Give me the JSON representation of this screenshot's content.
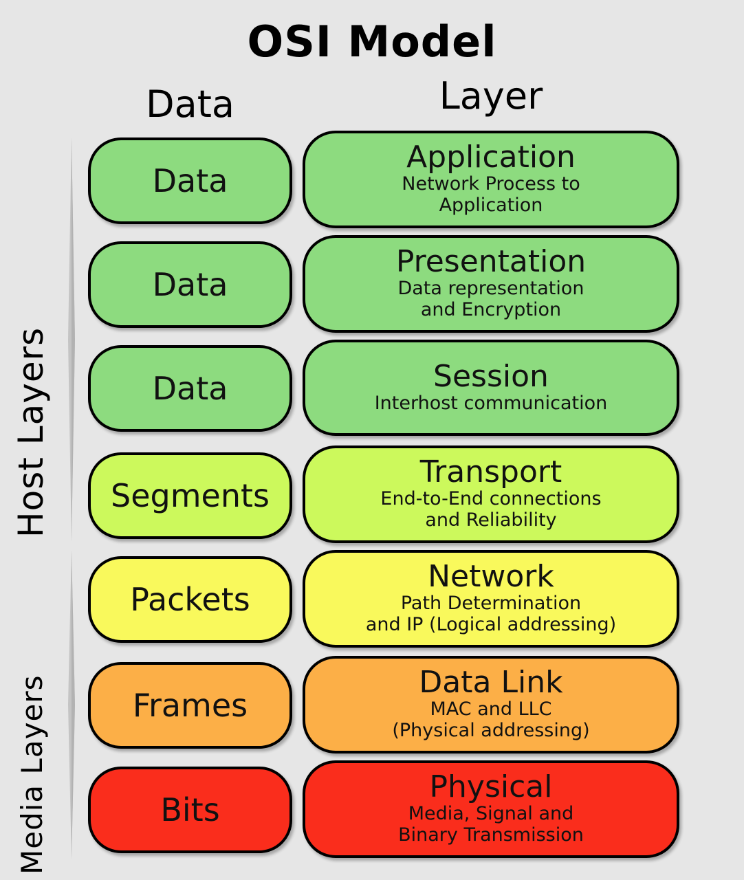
{
  "title": "OSI  Model",
  "columns": {
    "data_header": "Data",
    "layer_header": "Layer"
  },
  "groups": [
    {
      "label": "Host Layers",
      "icon": "taper-spike-marker"
    },
    {
      "label": "Media Layers",
      "icon": "taper-spike-marker"
    }
  ],
  "colors": {
    "background": "#e6e6e6",
    "green_dark": "#8ddb7f",
    "green_light": "#90e07e",
    "yellow_green": "#ccf95c",
    "yellow": "#f9f95c",
    "orange": "#fcaf47",
    "red": "#fa2d1c",
    "border": "#000000",
    "text": "#111111"
  },
  "chart_data": {
    "type": "table",
    "title": "OSI  Model",
    "columns": [
      "Data",
      "Layer"
    ],
    "rows": [
      {
        "data_unit": "Data",
        "layer_name": "Application",
        "layer_desc": "Network Process to\nApplication",
        "desc_line1": "Network Process to",
        "desc_line2": "Application",
        "group": "Host Layers",
        "color": "#8ddb7f"
      },
      {
        "data_unit": "Data",
        "layer_name": "Presentation",
        "layer_desc": "Data representation\nand Encryption",
        "desc_line1": "Data representation",
        "desc_line2": "and Encryption",
        "group": "Host Layers",
        "color": "#8ddb7f"
      },
      {
        "data_unit": "Data",
        "layer_name": "Session",
        "layer_desc": "Interhost communication",
        "desc_line1": "Interhost communication",
        "desc_line2": "",
        "group": "Host Layers",
        "color": "#8ddb7f"
      },
      {
        "data_unit": "Segments",
        "layer_name": "Transport",
        "layer_desc": "End-to-End connections\nand Reliability",
        "desc_line1": "End-to-End connections",
        "desc_line2": "and Reliability",
        "group": "Host Layers",
        "color": "#ccf95c"
      },
      {
        "data_unit": "Packets",
        "layer_name": "Network",
        "layer_desc": "Path Determination\nand IP (Logical addressing)",
        "desc_line1": "Path Determination",
        "desc_line2": "and IP (Logical addressing)",
        "group": "Media Layers",
        "color": "#f9f95c"
      },
      {
        "data_unit": "Frames",
        "layer_name": "Data Link",
        "layer_desc": "MAC and LLC\n(Physical addressing)",
        "desc_line1": "MAC and LLC",
        "desc_line2": "(Physical addressing)",
        "group": "Media Layers",
        "color": "#fcaf47"
      },
      {
        "data_unit": "Bits",
        "layer_name": "Physical",
        "layer_desc": "Media, Signal and\nBinary Transmission",
        "desc_line1": "Media, Signal and",
        "desc_line2": "Binary Transmission",
        "group": "Media Layers",
        "color": "#fa2d1c"
      }
    ]
  }
}
